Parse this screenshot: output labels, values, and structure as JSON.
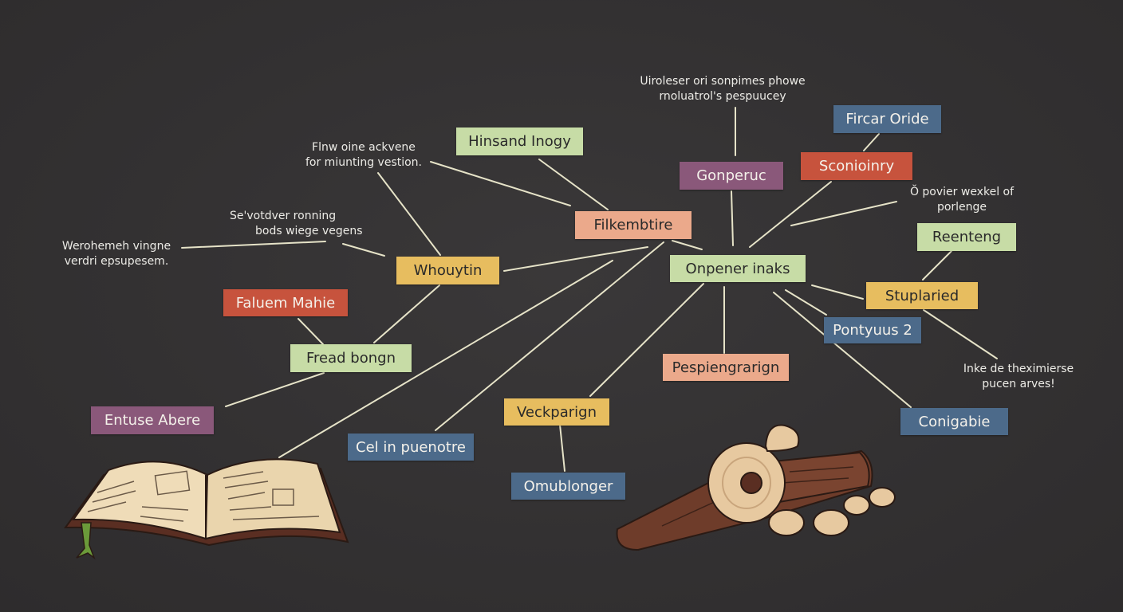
{
  "colors": {
    "background": "#333132",
    "edge": "#e6e3c8",
    "node_green": "#c7dca6",
    "node_salmon": "#eba98b",
    "node_yellow": "#e7bd5f",
    "node_red": "#c7533d",
    "node_purple": "#8a587a",
    "node_blue": "#4c6a8a",
    "annotation_text": "#ecebe6"
  },
  "nodes": {
    "hinsand": {
      "label": "Hinsand Inogy",
      "color": "#c7dca6"
    },
    "filkembtire": {
      "label": "Filkembtire",
      "color": "#eba98b"
    },
    "gonperuc": {
      "label": "Gonperuc",
      "color": "#8a587a"
    },
    "fircar": {
      "label": "Fircar Oride",
      "color": "#4c6a8a"
    },
    "sconioinry": {
      "label": "Sconioinry",
      "color": "#c7533d"
    },
    "reenteng": {
      "label": "Reenteng",
      "color": "#c7dca6"
    },
    "onpener": {
      "label": "Onpener inaks",
      "color": "#c7dca6"
    },
    "whouytin": {
      "label": "Whouytin",
      "color": "#e7bd5f"
    },
    "faluem": {
      "label": "Faluem Mahie",
      "color": "#c7533d"
    },
    "fread": {
      "label": "Fread bongn",
      "color": "#c7dca6"
    },
    "entuse": {
      "label": "Entuse Abere",
      "color": "#8a587a"
    },
    "stuplaried": {
      "label": "Stuplaried",
      "color": "#e7bd5f"
    },
    "pontyuus": {
      "label": "Pontyuus 2",
      "color": "#4c6a8a"
    },
    "pespiengrarign": {
      "label": "Pespiengrarign",
      "color": "#eba98b"
    },
    "veckparign": {
      "label": "Veckparign",
      "color": "#e7bd5f"
    },
    "celipuenotre": {
      "label": "Cel i̇n puenotre",
      "color": "#4c6a8a"
    },
    "omublonger": {
      "label": "Omublonger",
      "color": "#4c6a8a"
    },
    "conigabie": {
      "label": "Conigabie",
      "color": "#4c6a8a"
    }
  },
  "annotations": {
    "top_center": {
      "line1": "Uiroleser ori sonpimes phowe",
      "line2": "rnoluatrol's pespuucey"
    },
    "flnw": {
      "line1": "Flnw oine ackvene",
      "line2": "for miunting vestion."
    },
    "sevotdver": {
      "line1": "Se'votdver ronning",
      "line2": "bods wiege vegens"
    },
    "werohemeh": {
      "line1": "Werohemeh vingne",
      "line2": "verdri epsupesem."
    },
    "od_povier": {
      "line1": "Ŏ povier wexkel of",
      "line2": "porlenge"
    },
    "inke": {
      "line1": "Inke de theximierse",
      "line2": "pucen arves!"
    }
  }
}
